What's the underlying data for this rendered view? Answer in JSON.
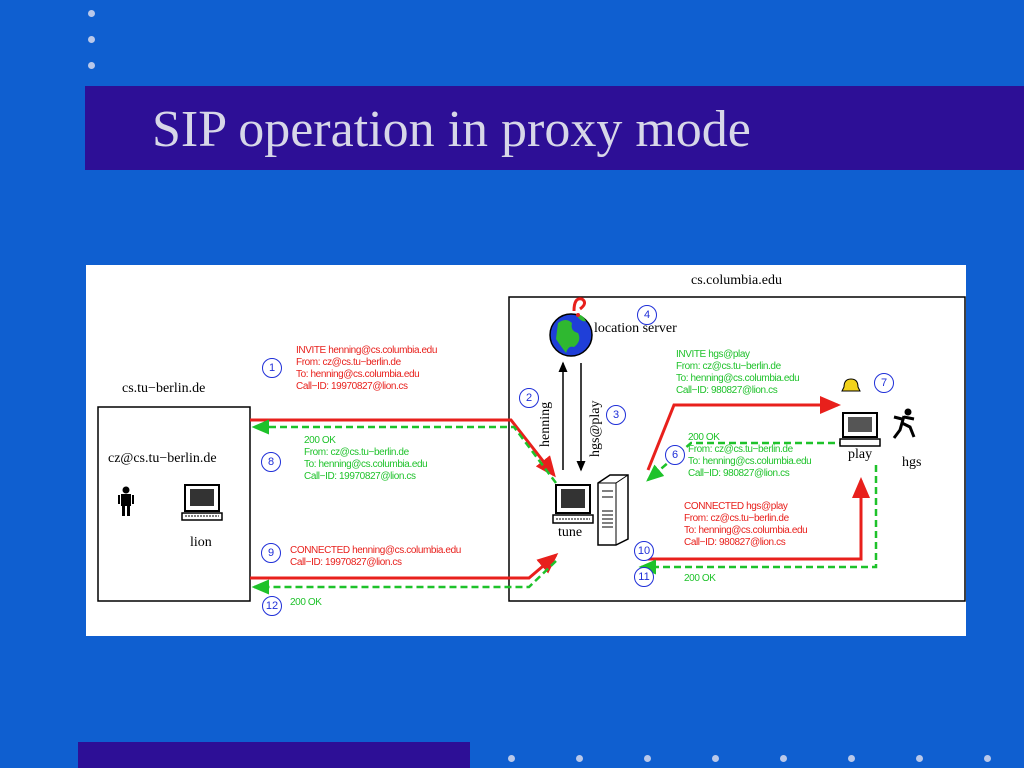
{
  "slide": {
    "title": "SIP operation in proxy mode"
  },
  "diagram": {
    "left_domain": "cs.tu−berlin.de",
    "left_user": "cz@cs.tu−berlin.de",
    "left_host": "lion",
    "right_domain": "cs.columbia.edu",
    "location_server": "location server",
    "proxy_host": "tune",
    "callee_host": "play",
    "callee_user": "hgs",
    "query_label": "henning",
    "reply_label": "hgs@play",
    "steps": [
      "1",
      "2",
      "3",
      "4",
      "6",
      "7",
      "8",
      "9",
      "10",
      "11",
      "12"
    ],
    "msg1": [
      "INVITE henning@cs.columbia.edu",
      "From: cz@cs.tu−berlin.de",
      "To: henning@cs.columbia.edu",
      "Call−ID: 19970827@lion.cs"
    ],
    "msg_invite2": [
      "INVITE hgs@play",
      "From: cz@cs.tu−berlin.de",
      "To: henning@cs.columbia.edu",
      "Call−ID: 980827@lion.cs"
    ],
    "msg_ok1": [
      "200 OK",
      "From: cz@cs.tu−berlin.de",
      "To: henning@cs.columbia.edu",
      "Call−ID: 980827@lion.cs"
    ],
    "msg8": [
      "200 OK",
      "From: cz@cs.tu−berlin.de",
      "To: henning@cs.columbia.edu",
      "Call−ID: 19970827@lion.cs"
    ],
    "msg_connected1": [
      "CONNECTED hgs@play",
      "From: cz@cs.tu−berlin.de",
      "To: henning@cs.columbia.edu",
      "Call−ID: 980827@lion.cs"
    ],
    "msg9": [
      "CONNECTED henning@cs.columbia.edu",
      "Call−ID: 19970827@lion.cs"
    ],
    "msg11": "200 OK",
    "msg12": "200 OK"
  },
  "colors": {
    "background": "#0f5fd0",
    "title_bar": "#2d0f96",
    "request": "#e8201c",
    "response": "#1ec22a",
    "step_circle": "#1f2fd8"
  }
}
